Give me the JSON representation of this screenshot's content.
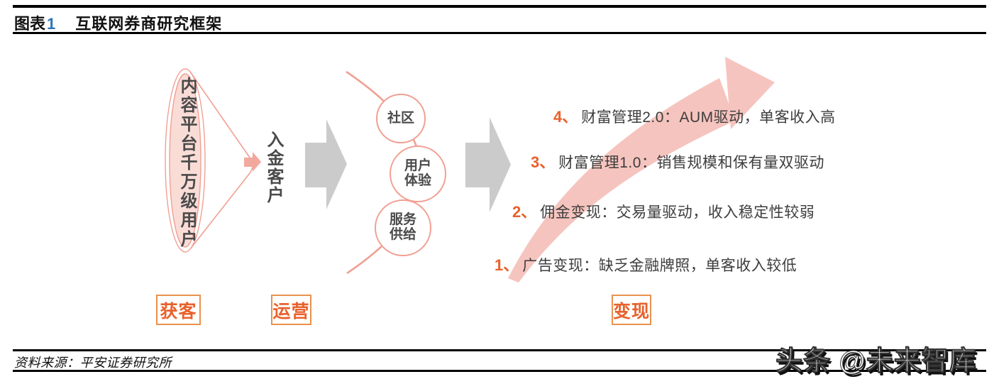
{
  "header": {
    "figure_label_prefix": "图表",
    "figure_label_number": "1",
    "title": "互联网券商研究框架"
  },
  "acquisition": {
    "funnel_text": "内容平台千万级用户",
    "result_text": "入金客户"
  },
  "operation": {
    "circle_labels": [
      "社区",
      "用户体验",
      "服务供给"
    ]
  },
  "monetization": {
    "items": [
      {
        "num": "4、",
        "text": "财富管理2.0：AUM驱动，单客收入高"
      },
      {
        "num": "3、",
        "text": "财富管理1.0：销售规模和保有量双驱动"
      },
      {
        "num": "2、",
        "text": "佣金变现：交易量驱动，收入稳定性较弱"
      },
      {
        "num": "1、",
        "text": "广告变现：缺乏金融牌照，单客收入较低"
      }
    ]
  },
  "stages": {
    "acquisition": "获客",
    "operation": "运营",
    "monetization": "变现"
  },
  "footer": {
    "source": "资料来源：平安证券研究所",
    "watermark": "头条 @未来智库"
  },
  "colors": {
    "accent_orange": "#E8612C",
    "box_border_orange": "#E9914E",
    "salmon_outline": "#F0A093",
    "funnel_fill": "#FADCD7",
    "pink_arrow": "#F6C4BE",
    "small_arrow": "#F3A89E",
    "gray_arrow": "#CBCBCB",
    "text_dark": "#3D3D3D",
    "figure_number_blue": "#2E74B5",
    "line_black": "#000000"
  }
}
